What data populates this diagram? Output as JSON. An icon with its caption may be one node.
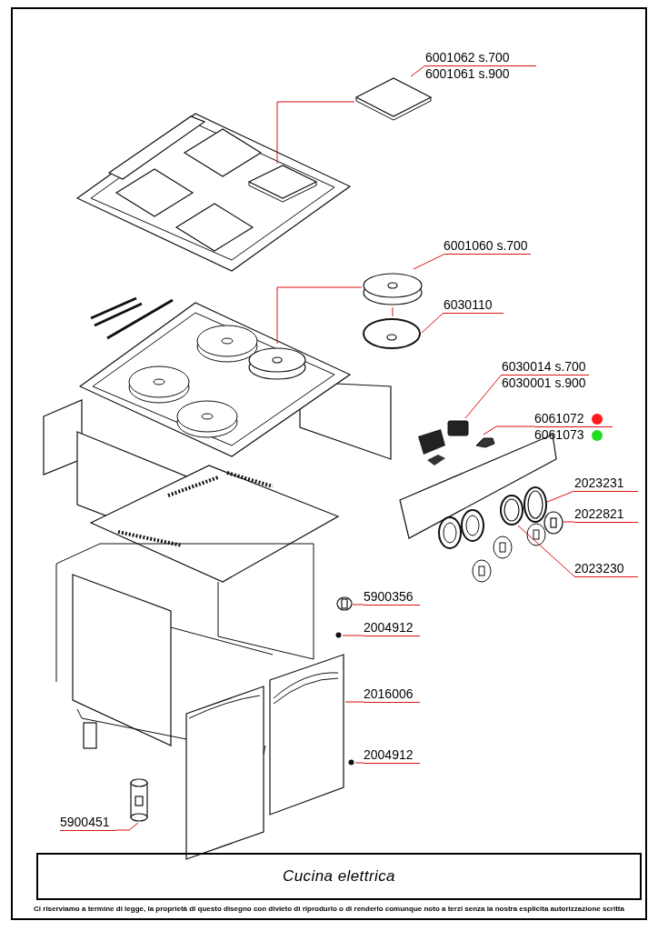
{
  "diagram": {
    "nodes": [
      {
        "text": [
          "6001062 s.700",
          "6001061 s.900"
        ]
      },
      {
        "text": [],
        "shape": "picture"
      },
      {
        "text": [
          "6001060 s.700"
        ]
      },
      {
        "text": [],
        "shape": "picture"
      },
      {
        "text": [
          "6030110"
        ]
      },
      {
        "text": [],
        "shape": "picture"
      },
      {
        "text": [
          "6030014 s.700",
          "6030001 s.900"
        ]
      },
      {
        "text": [],
        "shape": "box"
      },
      {
        "text": [
          "6061072",
          "6061073"
        ]
      },
      {
        "text": [],
        "shape": "picture"
      },
      {
        "text": [
          "2023231"
        ]
      },
      {
        "text": [],
        "shape": "picture"
      },
      {
        "text": [
          "2022821"
        ]
      },
      {
        "text": [],
        "shape": "picture"
      },
      {
        "text": [
          "2023230"
        ]
      },
      {
        "text": [],
        "shape": "picture"
      },
      {
        "text": [
          "5900356"
        ]
      },
      {
        "text": [],
        "shape": "picture"
      },
      {
        "text": [
          "2004912"
        ]
      },
      {
        "text": [],
        "shape": "circle"
      },
      {
        "text": [
          "2016006"
        ]
      },
      {
        "text": [],
        "shape": "picture"
      },
      {
        "text": [
          "2004912"
        ]
      },
      {
        "text": [],
        "shape": "circle"
      },
      {
        "text": [
          "5900451"
        ]
      },
      {
        "text": [],
        "shape": "picture"
      },
      {
        "text": [],
        "shape": "picture"
      },
      {
        "text": [],
        "shape": "picture"
      }
    ],
    "edges": [
      {
        "from": 0,
        "to": 1,
        "arrow": "none"
      },
      {
        "from": 1,
        "to": 26,
        "arrow": "none"
      },
      {
        "from": 2,
        "to": 3,
        "arrow": "none"
      },
      {
        "from": 3,
        "to": 27,
        "arrow": "none"
      },
      {
        "from": 3,
        "to": 5,
        "arrow": "none"
      },
      {
        "from": 4,
        "to": 5,
        "arrow": "none"
      },
      {
        "from": 6,
        "to": 7,
        "arrow": "none"
      },
      {
        "from": 8,
        "to": 9,
        "arrow": "none"
      },
      {
        "from": 10,
        "to": 11,
        "arrow": "none"
      },
      {
        "from": 12,
        "to": 13,
        "arrow": "none"
      },
      {
        "from": 14,
        "to": 15,
        "arrow": "none"
      },
      {
        "from": 16,
        "to": 17,
        "arrow": "none"
      },
      {
        "from": 18,
        "to": 19,
        "arrow": "none"
      },
      {
        "from": 20,
        "to": 21,
        "arrow": "none"
      },
      {
        "from": 22,
        "to": 23,
        "arrow": "none"
      },
      {
        "from": 24,
        "to": 25,
        "arrow": "none"
      }
    ],
    "labels": [
      "Cucina elettrica",
      "Ci riserviamo a termine di legge, la proprietà di questo disegno con divieto di riprodurlo o di renderlo comunque noto a terzi senza la nostra esplicita autorizzazione scritta"
    ]
  }
}
